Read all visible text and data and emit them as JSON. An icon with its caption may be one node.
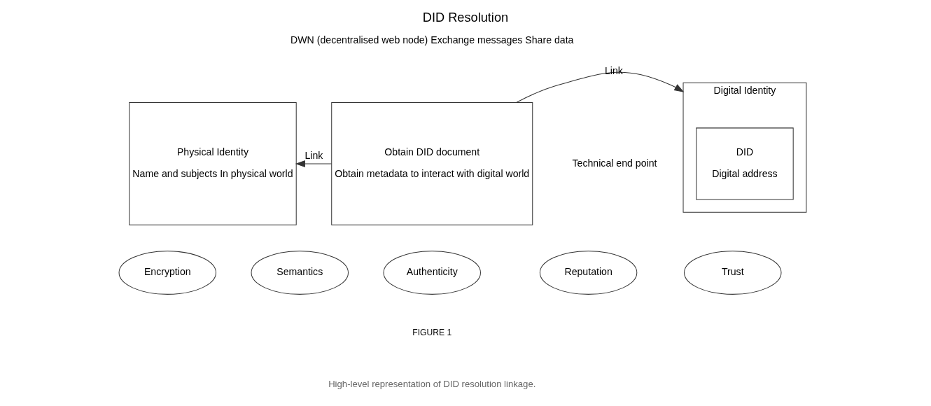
{
  "diagram": {
    "title": "DID Resolution",
    "caption": "High-level representation of DID resolution linkage.",
    "nodes": [
      {
        "text": [
          "Physical Identity",
          "Name and subjects In physical world"
        ]
      },
      {
        "text": [
          "Obtain DID document",
          "Obtain metadata to interact with digital world"
        ]
      },
      {
        "text": [
          "Digital Identity"
        ]
      },
      {
        "text": [
          "DID",
          "Digital address"
        ],
        "in": 2
      },
      {
        "text": [
          "Encryption"
        ]
      },
      {
        "text": [
          "Semantics"
        ]
      },
      {
        "text": [
          "Authenticity"
        ]
      },
      {
        "text": [
          "Reputation"
        ]
      },
      {
        "text": [
          "Trust"
        ]
      }
    ],
    "edges": [
      {
        "from": 1,
        "to": 0,
        "arrow": "to",
        "label": "Link"
      },
      {
        "from": 1,
        "to": 3,
        "arrow": "to",
        "label": "Link"
      }
    ],
    "labels": [
      "DWN (decentralised web node) Exchange messages Share data",
      "Technical end point",
      "FIGURE 1"
    ]
  }
}
